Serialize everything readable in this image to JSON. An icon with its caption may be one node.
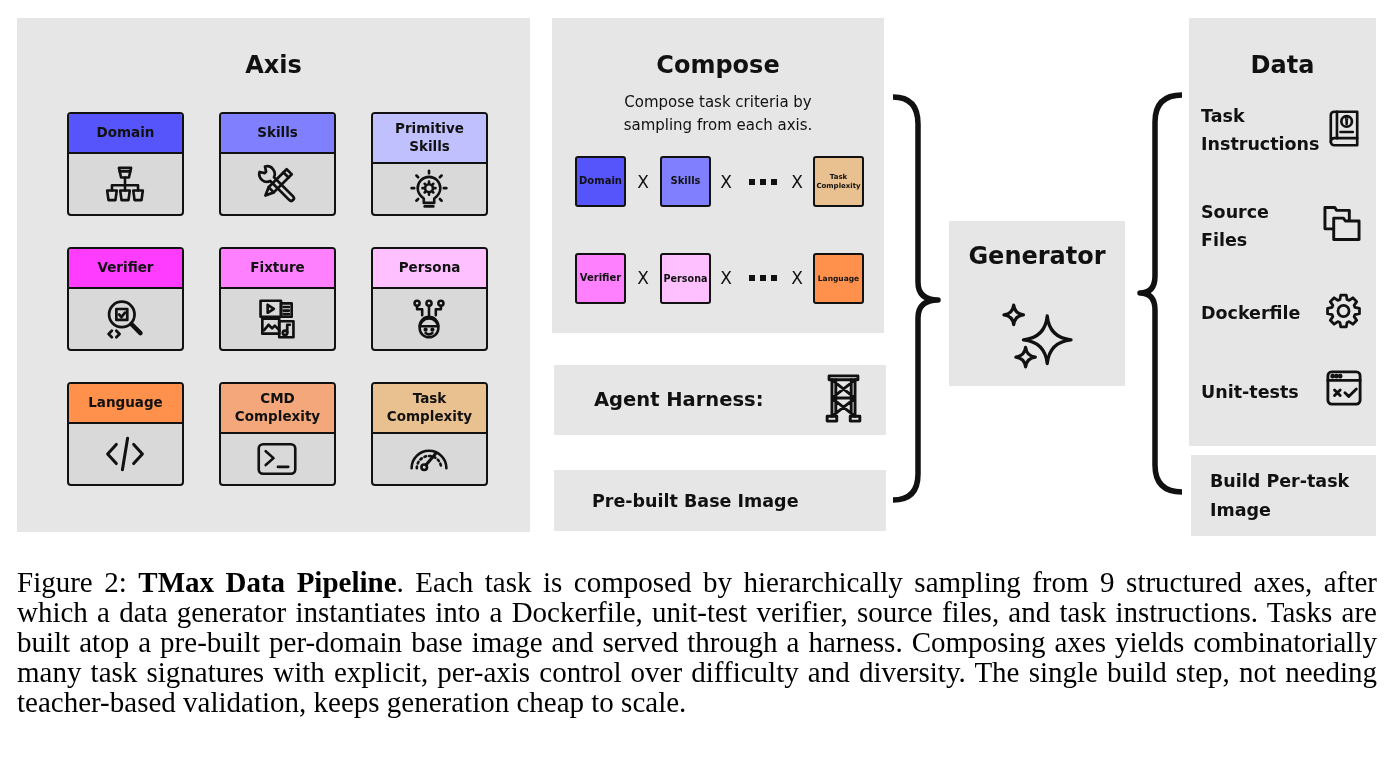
{
  "diagram": {
    "caption": "Figure 2: **TMax Data Pipeline**. Each task is composed by hierarchically sampling from 9 structured axes, after which a data generator instantiates into a Dockerfile, unit-test verifier, source files, and task instructions. Tasks are built atop a pre-built per-domain base image and served through a harness. Composing axes yields combinatorially many task signatures with explicit, per-axis control over difficulty and diversity. The single build step, not needing teacher-based validation, keeps generation cheap to scale.",
    "nodes": [
      {
        "text": [
          "Axis"
        ]
      },
      {
        "text": [
          "Domain"
        ],
        "in": 0
      },
      {
        "text": [
          "Skills"
        ],
        "in": 0
      },
      {
        "text": [
          "Primitive Skills"
        ],
        "in": 0
      },
      {
        "text": [
          "Verifier"
        ],
        "in": 0
      },
      {
        "text": [
          "Fixture"
        ],
        "in": 0
      },
      {
        "text": [
          "Persona"
        ],
        "in": 0
      },
      {
        "text": [
          "Language"
        ],
        "in": 0
      },
      {
        "text": [
          "CMD Complexity"
        ],
        "in": 0
      },
      {
        "text": [
          "Task Complexity"
        ],
        "in": 0
      },
      {
        "text": [
          "Compose",
          "Compose task criteria by sampling from each axis."
        ]
      },
      {
        "text": [
          "Domain"
        ],
        "in": 10
      },
      {
        "text": [
          "Skills"
        ],
        "in": 10
      },
      {
        "text": [
          "Task Complexity"
        ],
        "in": 10
      },
      {
        "text": [
          "Verifier"
        ],
        "in": 10
      },
      {
        "text": [
          "Persona"
        ],
        "in": 10
      },
      {
        "text": [
          "Language"
        ],
        "in": 10
      },
      {
        "text": [
          "Agent Harness:"
        ]
      },
      {
        "text": [
          "Pre-built Base Image"
        ]
      },
      {
        "text": [
          "Generator"
        ]
      },
      {
        "text": [
          "Data"
        ]
      },
      {
        "text": [
          "Build Per-task Image"
        ]
      }
    ],
    "labels": [
      "X",
      "X",
      "X",
      "X",
      "X",
      "X",
      "Task Instructions",
      "Source Files",
      "Dockerfile",
      "Unit-tests"
    ]
  }
}
